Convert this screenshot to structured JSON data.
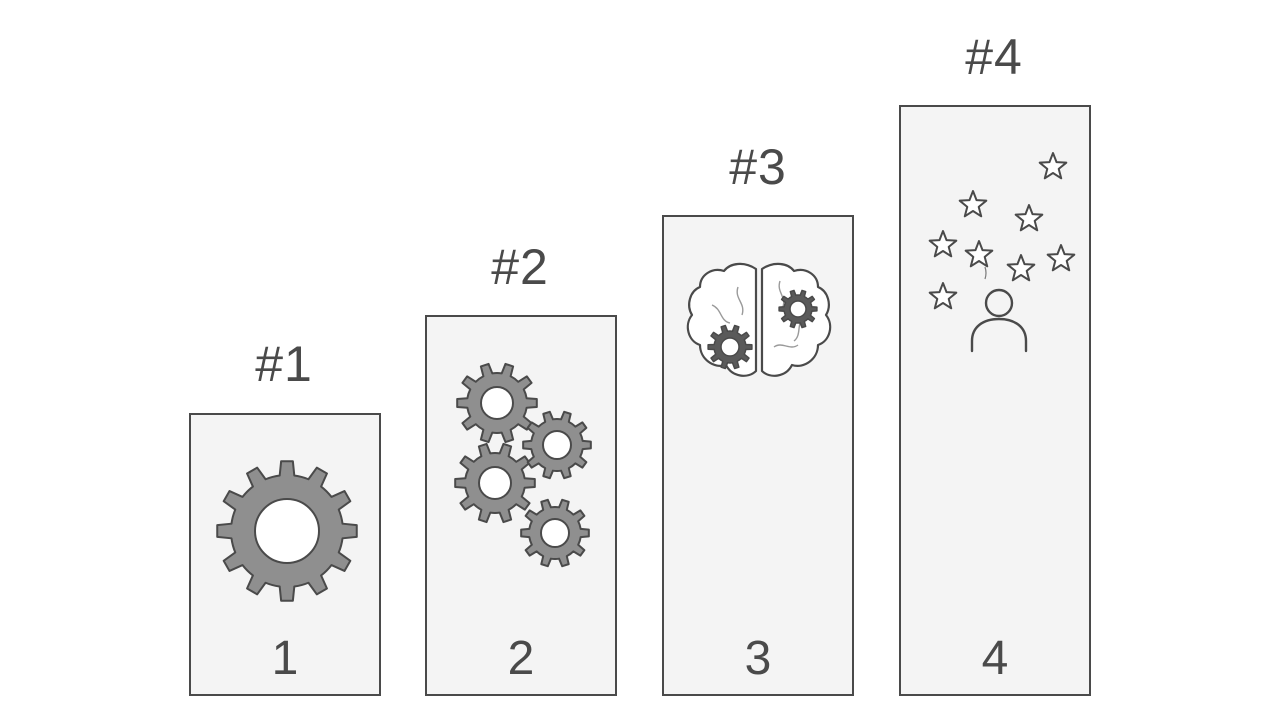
{
  "columns": [
    {
      "rank": "#1",
      "number": "1",
      "icon": "single-gear-icon"
    },
    {
      "rank": "#2",
      "number": "2",
      "icon": "multiple-gears-icon"
    },
    {
      "rank": "#3",
      "number": "3",
      "icon": "brain-with-gears-icon"
    },
    {
      "rank": "#4",
      "number": "4",
      "icon": "person-with-stars-icon"
    }
  ],
  "colors": {
    "stroke": "#4a4a4a",
    "gear_fill": "#8f8f8f",
    "box_fill": "#f4f4f4"
  }
}
